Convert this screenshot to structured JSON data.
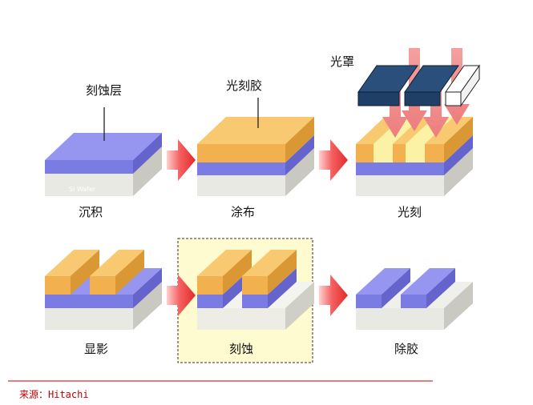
{
  "labels": {
    "etch_layer": "刻蚀层",
    "photoresist": "光刻胶",
    "photomask": "光罩",
    "wafer": "Si Wafer"
  },
  "steps": [
    {
      "label": "沉积"
    },
    {
      "label": "涂布"
    },
    {
      "label": "光刻"
    },
    {
      "label": "显影"
    },
    {
      "label": "刻蚀"
    },
    {
      "label": "除胶"
    }
  ],
  "highlight_step": "刻蚀",
  "source": "来源：Hitachi",
  "colors": {
    "etch_layer": "#8f8ff0",
    "photoresist": "#f6c46c",
    "exposed_resist": "#fbf2a8",
    "substrate": "#eaeae4",
    "arrow": "#f05050",
    "light": "#f4a0a0",
    "mask": "#1f3f66",
    "highlight_fill": "#fffbd0",
    "source_line": "#c00000"
  }
}
